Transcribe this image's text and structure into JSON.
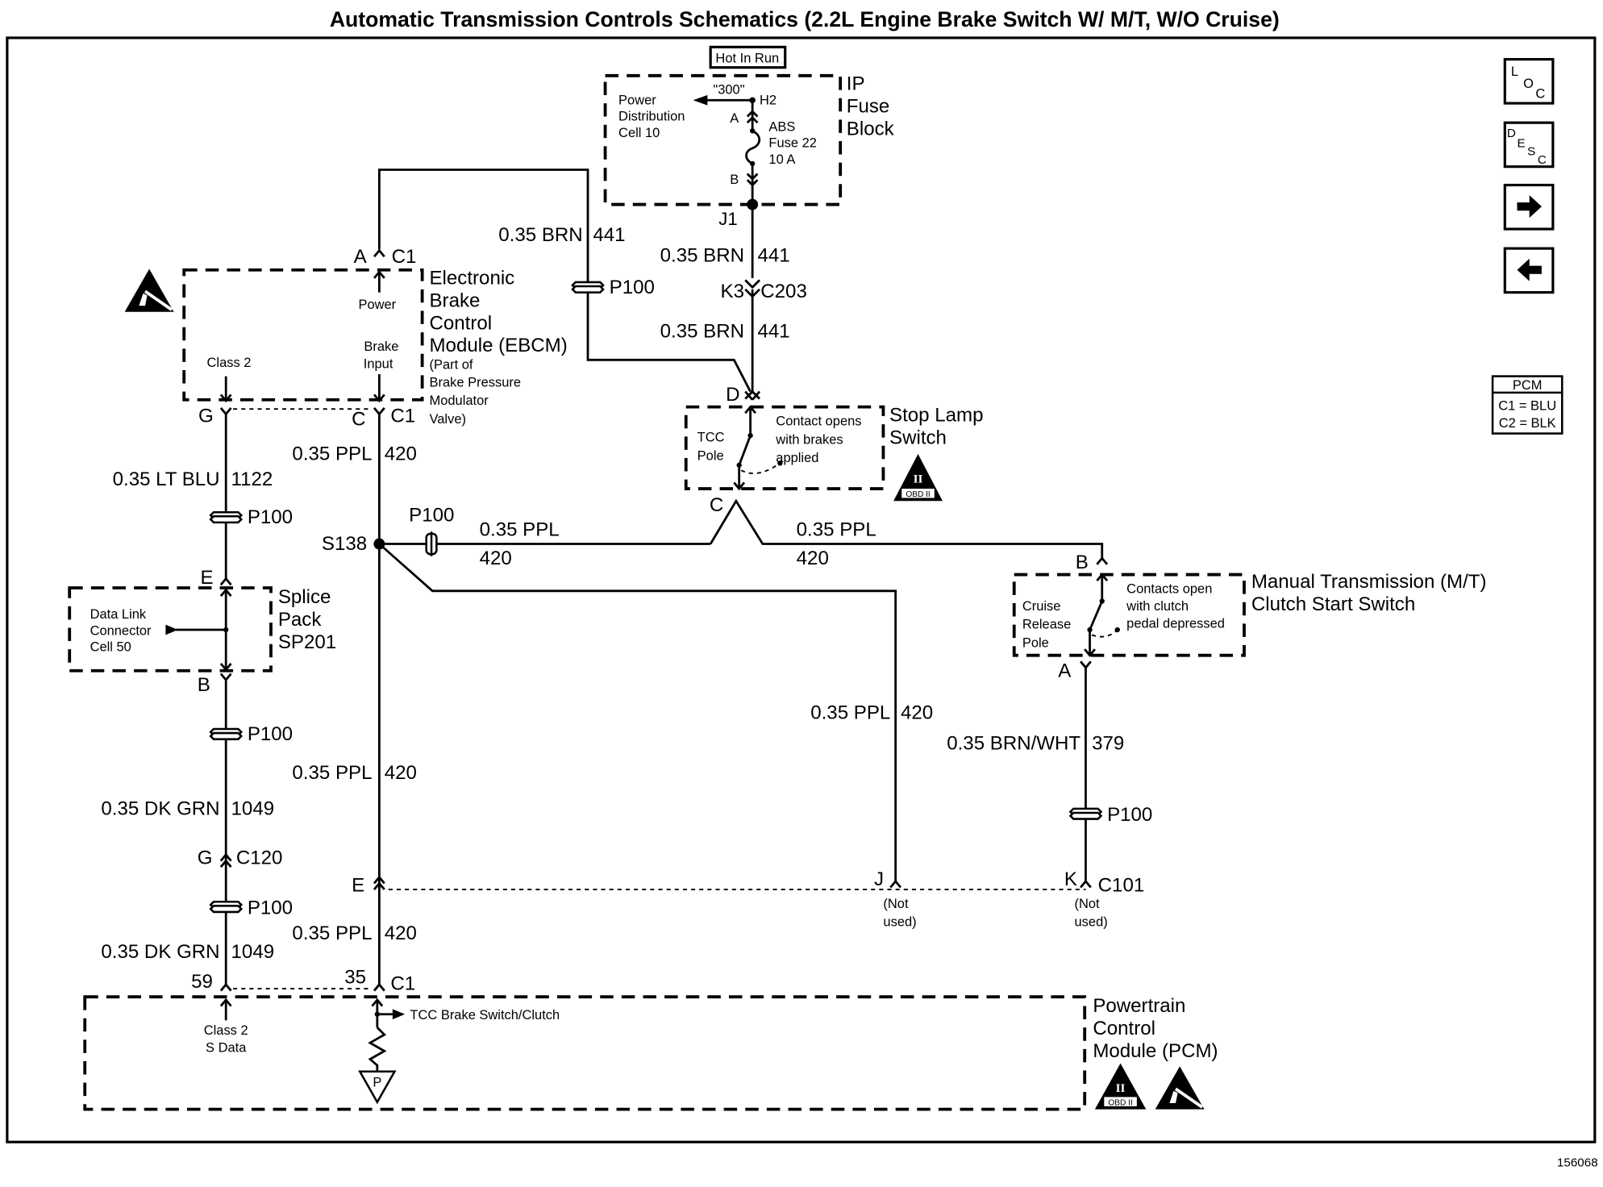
{
  "title": "Automatic Transmission Controls Schematics (2.2L Engine Brake Switch W/ M/T, W/O Cruise)",
  "figure_number": "156068",
  "nav_buttons": {
    "loc": [
      "L",
      "O",
      "C"
    ],
    "desc": [
      "D",
      "E",
      "S",
      "C"
    ],
    "next_icon": "arrow-right-icon",
    "prev_icon": "arrow-left-icon"
  },
  "legend": {
    "header": "PCM",
    "line1": "C1 = BLU",
    "line2": "C2 = BLK"
  },
  "fuse_block": {
    "hot_label": "Hot In Run",
    "name_lines": [
      "IP",
      "Fuse",
      "Block"
    ],
    "power_dist_lines": [
      "Power",
      "Distribution",
      "Cell 10"
    ],
    "bus_label": "\"300\"",
    "terminal_h": "H2",
    "terminal_a": "A",
    "terminal_b": "B",
    "fuse_lines": [
      "ABS",
      "Fuse 22",
      "10 A"
    ],
    "junction": "J1"
  },
  "ebcm": {
    "name_lines": [
      "Electronic",
      "Brake",
      "Control",
      "Module (EBCM)"
    ],
    "sub_lines": [
      "(Part of",
      "Brake Pressure",
      "Modulator",
      "Valve)"
    ],
    "pin_a": "A",
    "conn_a": "C1",
    "pin_power": "Power",
    "brake_input_lines": [
      "Brake",
      "Input"
    ],
    "class2": "Class 2",
    "pin_g": "G",
    "pin_c": "C",
    "conn_c": "C1"
  },
  "stop_lamp": {
    "name_lines": [
      "Stop Lamp",
      "Switch"
    ],
    "pole_lines": [
      "TCC",
      "Pole"
    ],
    "note_lines": [
      "Contact opens",
      "with brakes",
      "applied"
    ],
    "pin_d": "D",
    "pin_c": "C"
  },
  "clutch_switch": {
    "name_lines": [
      "Manual Transmission (M/T)",
      "Clutch Start Switch"
    ],
    "pole_lines": [
      "Cruise",
      "Release",
      "Pole"
    ],
    "note_lines": [
      "Contacts open",
      "with clutch",
      "pedal depressed"
    ],
    "pin_b": "B",
    "pin_a": "A"
  },
  "splice_pack": {
    "name_lines": [
      "Splice",
      "Pack",
      "SP201"
    ],
    "dlc_lines": [
      "Data Link",
      "Connector",
      "Cell 50"
    ],
    "pin_e": "E",
    "pin_b": "B"
  },
  "pcm": {
    "name_lines": [
      "Powertrain",
      "Control",
      "Module (PCM)"
    ],
    "pin_59": "59",
    "pin_35": "35",
    "conn": "C1",
    "class2_lines": [
      "Class 2",
      "S Data"
    ],
    "tcc_label": "TCC Brake Switch/Clutch",
    "ref_symbol": "P"
  },
  "wires": {
    "brn_441": "0.35 BRN",
    "num_441": "441",
    "ppl_420": "0.35 PPL",
    "num_420": "420",
    "ltblu": "0.35 LT BLU",
    "num_1122": "1122",
    "dkgrn": "0.35 DK GRN",
    "num_1049": "1049",
    "brnwht": "0.35 BRN/WHT",
    "num_379": "379"
  },
  "connectors": {
    "p100": "P100",
    "k3": "K3",
    "c203": "C203",
    "s138": "S138",
    "g": "G",
    "c120": "C120",
    "e": "E",
    "j": "J",
    "k": "K",
    "c101": "C101",
    "not_used": [
      "(Not",
      "used)"
    ]
  },
  "badges": {
    "obd_roman": "II",
    "obd_text": "OBD II"
  }
}
